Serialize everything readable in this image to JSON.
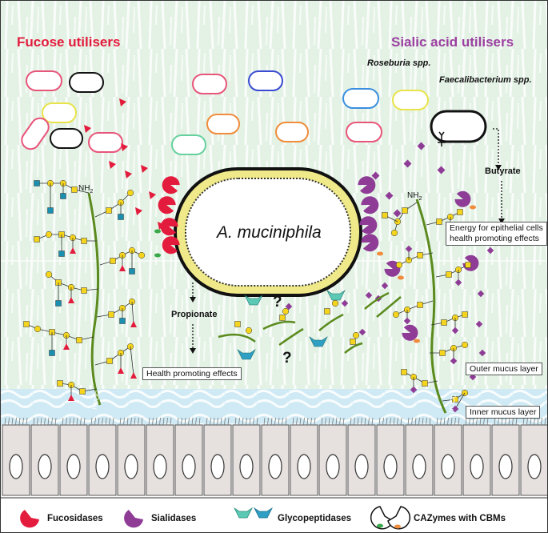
{
  "titles": {
    "fucose": "Fucose utilisers",
    "sialic": "Sialic acid utilisers"
  },
  "species": {
    "roseburia": "Roseburia spp.",
    "faecali": "Faecalibacterium spp."
  },
  "labels": {
    "butyrate": "Butyrate",
    "propionate": "Propionate",
    "energy_line1": "Energy for epithelial cells",
    "energy_line2": "health promoting effects",
    "health": "Health promoting effects",
    "outer_mucus": "Outer mucus layer",
    "inner_mucus": "Inner mucus layer",
    "akk": "A. muciniphila",
    "question": "?",
    "nh2": "NH",
    "nh2_sub": "2",
    "hooc": "HOOC"
  },
  "legend": {
    "fucosidases": "Fucosidases",
    "sialidases": "Sialidases",
    "glycopeptidases": "Glycopeptidases",
    "cazymes": "CAZymes with CBMs"
  },
  "colors": {
    "fucose_red": "#e31b3c",
    "sialic_purple": "#8e3c96",
    "yellow": "#f4d41c",
    "blue": "#1a8fb0",
    "green_chain": "#5b8a1e",
    "teal": "#5cc9b5",
    "akk_yellow": "#efe98a",
    "mucus_green": "#d9efdc",
    "cell_fill": "#e6e1df"
  },
  "icons": [
    "fucosidase-icon",
    "sialidase-icon",
    "glycopeptidase-icon",
    "cazyme-cbm-icon"
  ]
}
